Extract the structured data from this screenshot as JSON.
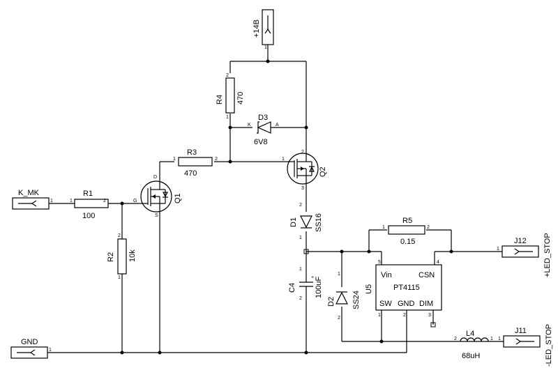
{
  "connectors": {
    "v14": {
      "label": "+14В"
    },
    "kmk": {
      "label": "K_MK"
    },
    "gnd": {
      "label": "GND"
    },
    "j12": {
      "name": "J12",
      "net": "+LED_STOP"
    },
    "j11": {
      "name": "J11",
      "net": "-LED_STOP"
    }
  },
  "components": {
    "r1": {
      "ref": "R1",
      "value": "100"
    },
    "r2": {
      "ref": "R2",
      "value": "10k"
    },
    "r3": {
      "ref": "R3",
      "value": "470"
    },
    "r4": {
      "ref": "R4",
      "value": "470"
    },
    "r5": {
      "ref": "R5",
      "value": "0.15"
    },
    "d3": {
      "ref": "D3",
      "value": "6V8"
    },
    "d1": {
      "ref": "D1",
      "value": "SS16"
    },
    "d2": {
      "ref": "D2",
      "value": "SS24"
    },
    "c4": {
      "ref": "C4",
      "value": "100uF"
    },
    "l4": {
      "ref": "L4",
      "value": "68uH"
    },
    "q1": {
      "ref": "Q1"
    },
    "q2": {
      "ref": "Q2"
    },
    "u5": {
      "ref": "U5",
      "part": "PT4115",
      "vin": "Vin",
      "csn": "CSN",
      "sw": "SW",
      "gnd": "GND",
      "dim": "DIM"
    }
  },
  "pins": {
    "one": "1",
    "two": "2",
    "three": "3",
    "four": "4",
    "five": "5",
    "k": "K",
    "a": "A",
    "g": "G",
    "d": "D",
    "s": "S",
    "plus": "+"
  }
}
